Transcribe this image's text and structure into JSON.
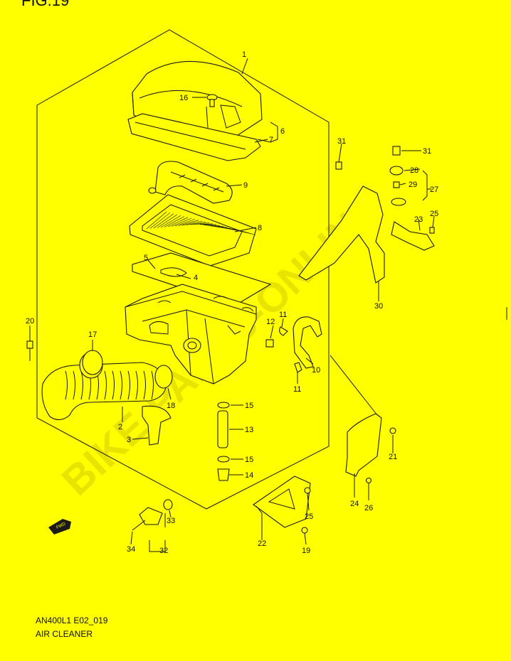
{
  "figure_label": "FIG.19",
  "document_code": "AN400L1 E02_019",
  "section_title": "AIR CLEANER",
  "fwd_arrow_label": "FWD",
  "watermark": "BIKE-PARTS-ONLINE",
  "callouts": [
    "1",
    "2",
    "3",
    "4",
    "5",
    "6",
    "7",
    "8",
    "9",
    "10",
    "11",
    "11",
    "12",
    "13",
    "14",
    "15",
    "15",
    "16",
    "17",
    "18",
    "19",
    "20",
    "21",
    "22",
    "23",
    "24",
    "25",
    "25",
    "26",
    "27",
    "28",
    "29",
    "30",
    "31",
    "31",
    "32",
    "33",
    "34"
  ]
}
